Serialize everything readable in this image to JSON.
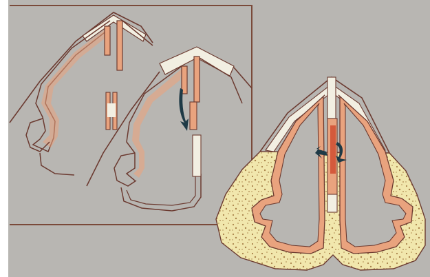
{
  "figure": {
    "panels": [
      "stage-1",
      "stage-2",
      "stage-3"
    ],
    "colors": {
      "background": "#b8b6b2",
      "frame_line": "#7a4a3a",
      "outline": "#6b3a30",
      "mucosa": "#e9a37e",
      "cartilage": "#f2efe2",
      "bone": "#f1e7ad",
      "bone_speckle": "#a9824a",
      "bleed": "#d45a3c",
      "arrow": "#1e3a46"
    },
    "icons": [
      "arrow-down-icon",
      "arrow-left-icon",
      "arrow-right-icon"
    ]
  }
}
